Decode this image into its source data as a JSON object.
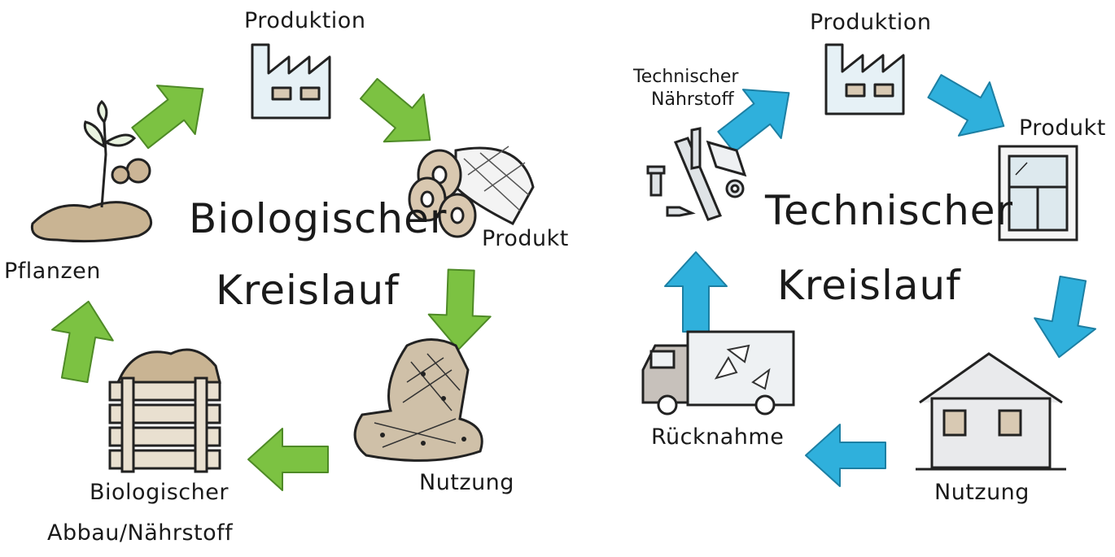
{
  "biological": {
    "title_line1": "Biologischer",
    "title_line2": "Kreislauf",
    "production": "Produktion",
    "product": "Produkt",
    "usage": "Nutzung",
    "decomposition_line1": "Biologischer",
    "decomposition_line2": "Abbau/Nährstoff",
    "plants": "Pflanzen",
    "arrow_color": "#7cc242"
  },
  "technical": {
    "title_line1": "Technischer",
    "title_line2": "Kreislauf",
    "production": "Produktion",
    "product": "Produkt",
    "usage": "Nutzung",
    "takeback": "Rücknahme",
    "nutrient_line1": "Technischer",
    "nutrient_line2": "Nährstoff",
    "arrow_color": "#2fb0dc"
  },
  "icons": [
    "factory-icon",
    "fabric-rolls-icon",
    "car-seat-icon",
    "compost-crate-icon",
    "plant-icon",
    "window-icon",
    "house-icon",
    "recycling-truck-icon",
    "metal-parts-icon"
  ]
}
